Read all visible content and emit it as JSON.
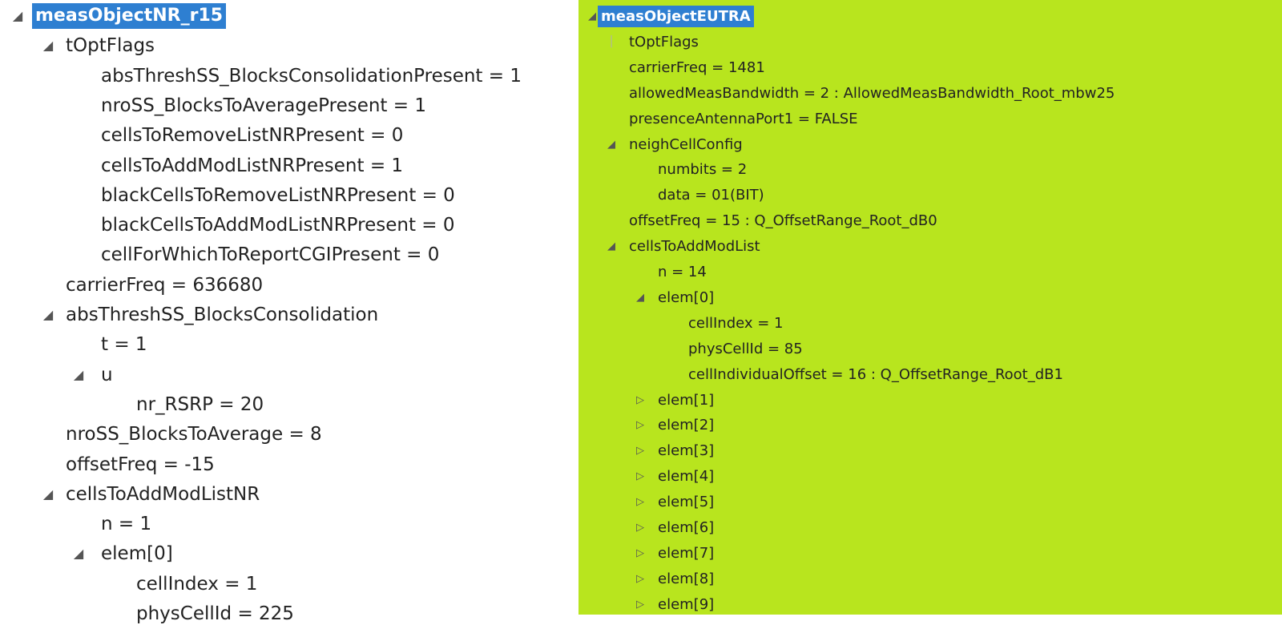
{
  "left_tree": {
    "rows": [
      {
        "label": "measObjectNR_r15",
        "depth": 0,
        "toggle": "expanded",
        "selected": true
      },
      {
        "label": "tOptFlags",
        "depth": 1,
        "toggle": "expanded"
      },
      {
        "label": "absThreshSS_BlocksConsolidationPresent = 1",
        "depth": 2,
        "toggle": "none"
      },
      {
        "label": "nroSS_BlocksToAveragePresent = 1",
        "depth": 2,
        "toggle": "none"
      },
      {
        "label": "cellsToRemoveListNRPresent = 0",
        "depth": 2,
        "toggle": "none"
      },
      {
        "label": "cellsToAddModListNRPresent = 1",
        "depth": 2,
        "toggle": "none"
      },
      {
        "label": "blackCellsToRemoveListNRPresent = 0",
        "depth": 2,
        "toggle": "none"
      },
      {
        "label": "blackCellsToAddModListNRPresent = 0",
        "depth": 2,
        "toggle": "none"
      },
      {
        "label": "cellForWhichToReportCGIPresent = 0",
        "depth": 2,
        "toggle": "none"
      },
      {
        "label": "carrierFreq = 636680",
        "depth": 1,
        "toggle": "none"
      },
      {
        "label": "absThreshSS_BlocksConsolidation",
        "depth": 1,
        "toggle": "expanded"
      },
      {
        "label": "t = 1",
        "depth": 2,
        "toggle": "none"
      },
      {
        "label": "u",
        "depth": 2,
        "toggle": "expanded"
      },
      {
        "label": "nr_RSRP = 20",
        "depth": 3,
        "toggle": "none"
      },
      {
        "label": "nroSS_BlocksToAverage = 8",
        "depth": 1,
        "toggle": "none"
      },
      {
        "label": "offsetFreq = -15",
        "depth": 1,
        "toggle": "none"
      },
      {
        "label": "cellsToAddModListNR",
        "depth": 1,
        "toggle": "expanded"
      },
      {
        "label": "n = 1",
        "depth": 2,
        "toggle": "none"
      },
      {
        "label": "elem[0]",
        "depth": 2,
        "toggle": "expanded"
      },
      {
        "label": "cellIndex = 1",
        "depth": 3,
        "toggle": "none"
      },
      {
        "label": "physCellId = 225",
        "depth": 3,
        "toggle": "none"
      }
    ]
  },
  "right_tree": {
    "background_color": "#b8e51e",
    "rows": [
      {
        "label": "measObjectEUTRA",
        "depth": 0,
        "toggle": "expanded",
        "selected": true
      },
      {
        "label": "tOptFlags",
        "depth": 1,
        "toggle": "leaf"
      },
      {
        "label": "carrierFreq = 1481",
        "depth": 1,
        "toggle": "none"
      },
      {
        "label": "allowedMeasBandwidth = 2 : AllowedMeasBandwidth_Root_mbw25",
        "depth": 1,
        "toggle": "none"
      },
      {
        "label": "presenceAntennaPort1 = FALSE",
        "depth": 1,
        "toggle": "none"
      },
      {
        "label": "neighCellConfig",
        "depth": 1,
        "toggle": "expanded"
      },
      {
        "label": "numbits = 2",
        "depth": 2,
        "toggle": "none"
      },
      {
        "label": "data = 01(BIT)",
        "depth": 2,
        "toggle": "none"
      },
      {
        "label": "offsetFreq = 15 : Q_OffsetRange_Root_dB0",
        "depth": 1,
        "toggle": "none"
      },
      {
        "label": "cellsToAddModList",
        "depth": 1,
        "toggle": "expanded"
      },
      {
        "label": "n = 14",
        "depth": 2,
        "toggle": "none"
      },
      {
        "label": "elem[0]",
        "depth": 2,
        "toggle": "expanded"
      },
      {
        "label": "cellIndex = 1",
        "depth": 3,
        "toggle": "none"
      },
      {
        "label": "physCellId = 85",
        "depth": 3,
        "toggle": "none"
      },
      {
        "label": "cellIndividualOffset = 16 : Q_OffsetRange_Root_dB1",
        "depth": 3,
        "toggle": "none"
      },
      {
        "label": "elem[1]",
        "depth": 2,
        "toggle": "collapsed"
      },
      {
        "label": "elem[2]",
        "depth": 2,
        "toggle": "collapsed"
      },
      {
        "label": "elem[3]",
        "depth": 2,
        "toggle": "collapsed"
      },
      {
        "label": "elem[4]",
        "depth": 2,
        "toggle": "collapsed"
      },
      {
        "label": "elem[5]",
        "depth": 2,
        "toggle": "collapsed"
      },
      {
        "label": "elem[6]",
        "depth": 2,
        "toggle": "collapsed"
      },
      {
        "label": "elem[7]",
        "depth": 2,
        "toggle": "collapsed"
      },
      {
        "label": "elem[8]",
        "depth": 2,
        "toggle": "collapsed"
      },
      {
        "label": "elem[9]",
        "depth": 2,
        "toggle": "collapsed"
      }
    ]
  }
}
